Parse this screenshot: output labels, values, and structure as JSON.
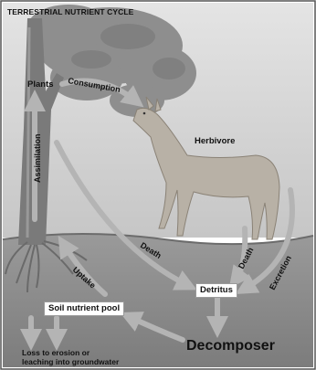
{
  "title": "TERRESTRIAL NUTRIENT CYCLE",
  "labels": {
    "plants": "Plants",
    "consumption": "Consumption",
    "assimilation": "Assimilation",
    "herbivore": "Herbivore",
    "death_plants": "Death",
    "death_herbivore": "Death",
    "excretion": "Excretion",
    "uptake": "Uptake",
    "detritus": "Detritus",
    "soil_nutrient_pool": "Soil nutrient pool",
    "decomposer": "Decomposer",
    "loss_line1": "Loss to erosion or",
    "loss_line2": "leaching into groundwater"
  },
  "colors": {
    "sky": "#d6d6d6",
    "soil": "#8a8a8a",
    "arrow": "#b4b4b4",
    "tree": "#7a7a7a",
    "foliage": "#8e8e8e",
    "deer": "#b8b1a6"
  }
}
